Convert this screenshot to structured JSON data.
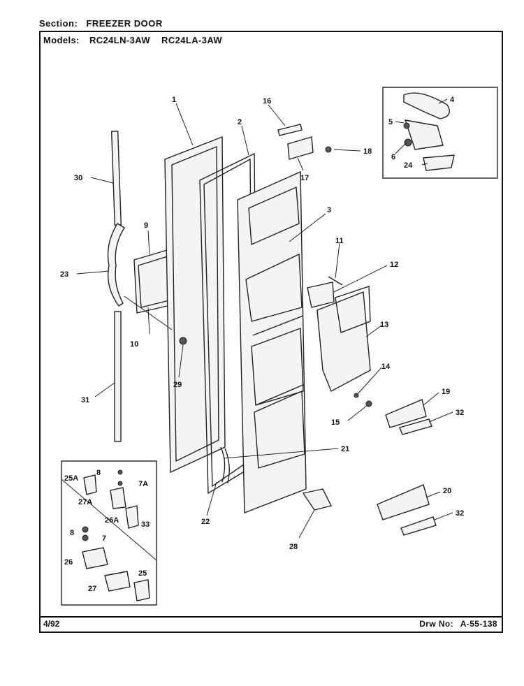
{
  "header": {
    "section_label": "Section:",
    "section_value": "FREEZER DOOR",
    "models_label": "Models:",
    "model_1": "RC24LN-3AW",
    "model_2": "RC24LA-3AW"
  },
  "footer": {
    "date": "4/92",
    "drawing_label": "Drw No:",
    "drawing_number": "A-55-138"
  },
  "part_labels": {
    "p1": "1",
    "p2": "2",
    "p3": "3",
    "p4": "4",
    "p5": "5",
    "p6": "6",
    "p7": "7",
    "p7a": "7A",
    "p8a": "8",
    "p8b": "8",
    "p9": "9",
    "p10": "10",
    "p11": "11",
    "p12": "12",
    "p13": "13",
    "p14": "14",
    "p15": "15",
    "p16": "16",
    "p17": "17",
    "p18": "18",
    "p19": "19",
    "p20": "20",
    "p21": "21",
    "p22": "22",
    "p23": "23",
    "p24": "24",
    "p25": "25",
    "p25a": "25A",
    "p26": "26",
    "p26a": "26A",
    "p27": "27",
    "p27a": "27A",
    "p28": "28",
    "p29": "29",
    "p30": "30",
    "p31": "31",
    "p32a": "32",
    "p32b": "32",
    "p33": "33"
  }
}
